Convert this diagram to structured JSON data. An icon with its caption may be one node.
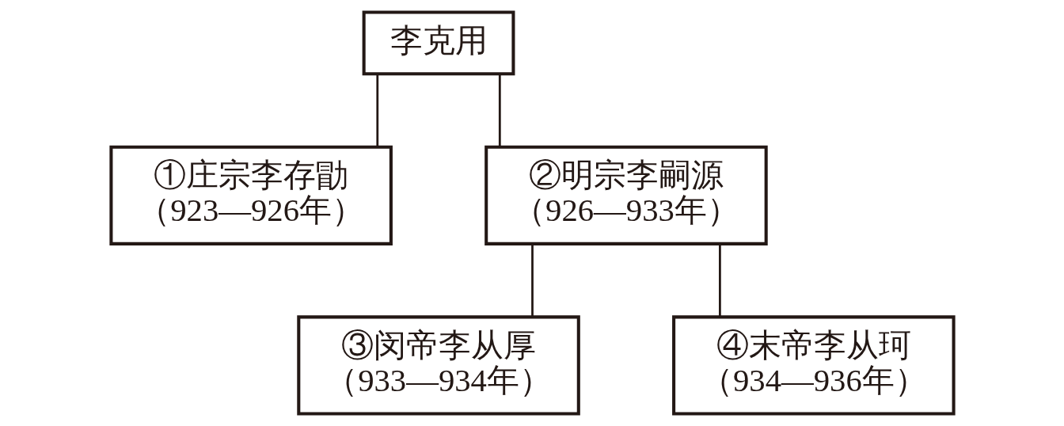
{
  "diagram": {
    "nodes": [
      {
        "text": [
          "李克用"
        ]
      },
      {
        "text": [
          "①庄宗李存勖",
          "（923—926年）"
        ]
      },
      {
        "text": [
          "②明宗李嗣源",
          "（926—933年）"
        ]
      },
      {
        "text": [
          "③闵帝李从厚",
          "（933—934年）"
        ]
      },
      {
        "text": [
          "④末帝李从珂",
          "（934—936年）"
        ]
      }
    ],
    "edges": [
      {
        "from": 0,
        "to": 1,
        "arrow": "none"
      },
      {
        "from": 0,
        "to": 2,
        "arrow": "none"
      },
      {
        "from": 2,
        "to": 3,
        "arrow": "none"
      },
      {
        "from": 2,
        "to": 4,
        "arrow": "none"
      }
    ]
  }
}
